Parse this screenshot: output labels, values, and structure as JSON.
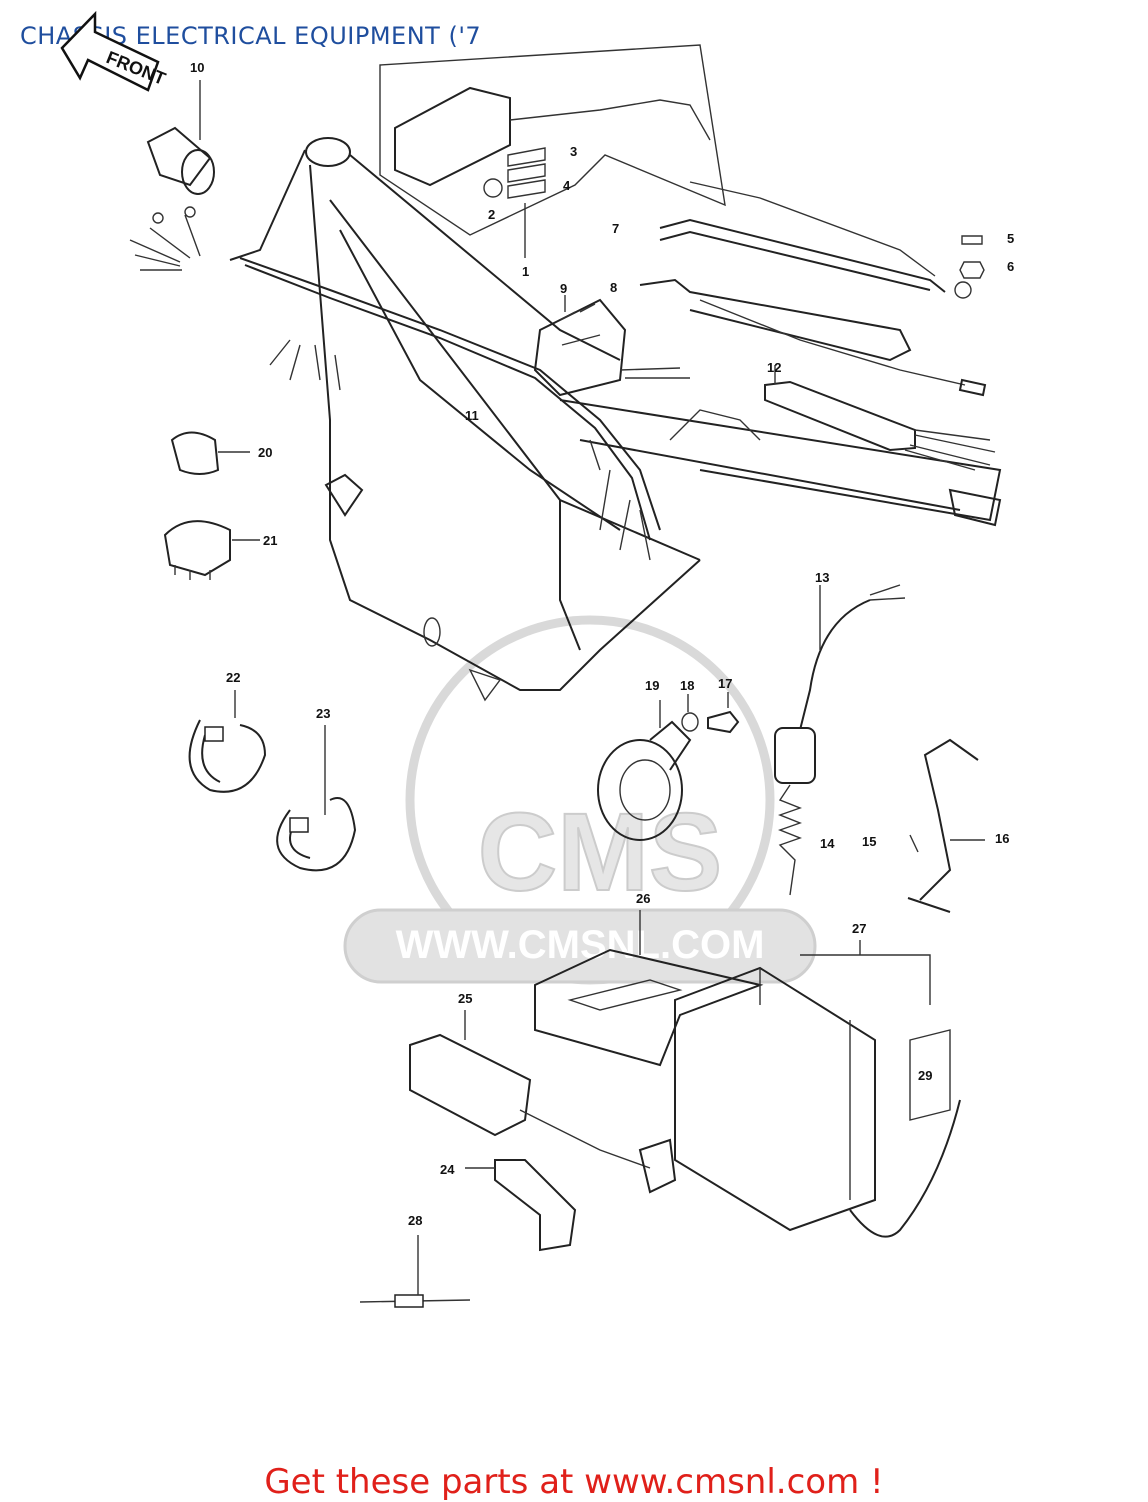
{
  "title": "CHASSIS ELECTRICAL EQUIPMENT ('7",
  "front_arrow_text": "FRONT",
  "watermark": {
    "logo_text": "CMS",
    "url_text": "WWW.CMSNL.COM"
  },
  "footer": "Get these parts at www.cmsnl.com !",
  "callouts": [
    "1",
    "2",
    "3",
    "4",
    "5",
    "6",
    "7",
    "8",
    "9",
    "10",
    "11",
    "12",
    "13",
    "14",
    "15",
    "16",
    "17",
    "18",
    "19",
    "20",
    "21",
    "22",
    "23",
    "24",
    "25",
    "26",
    "27",
    "28",
    "29"
  ]
}
